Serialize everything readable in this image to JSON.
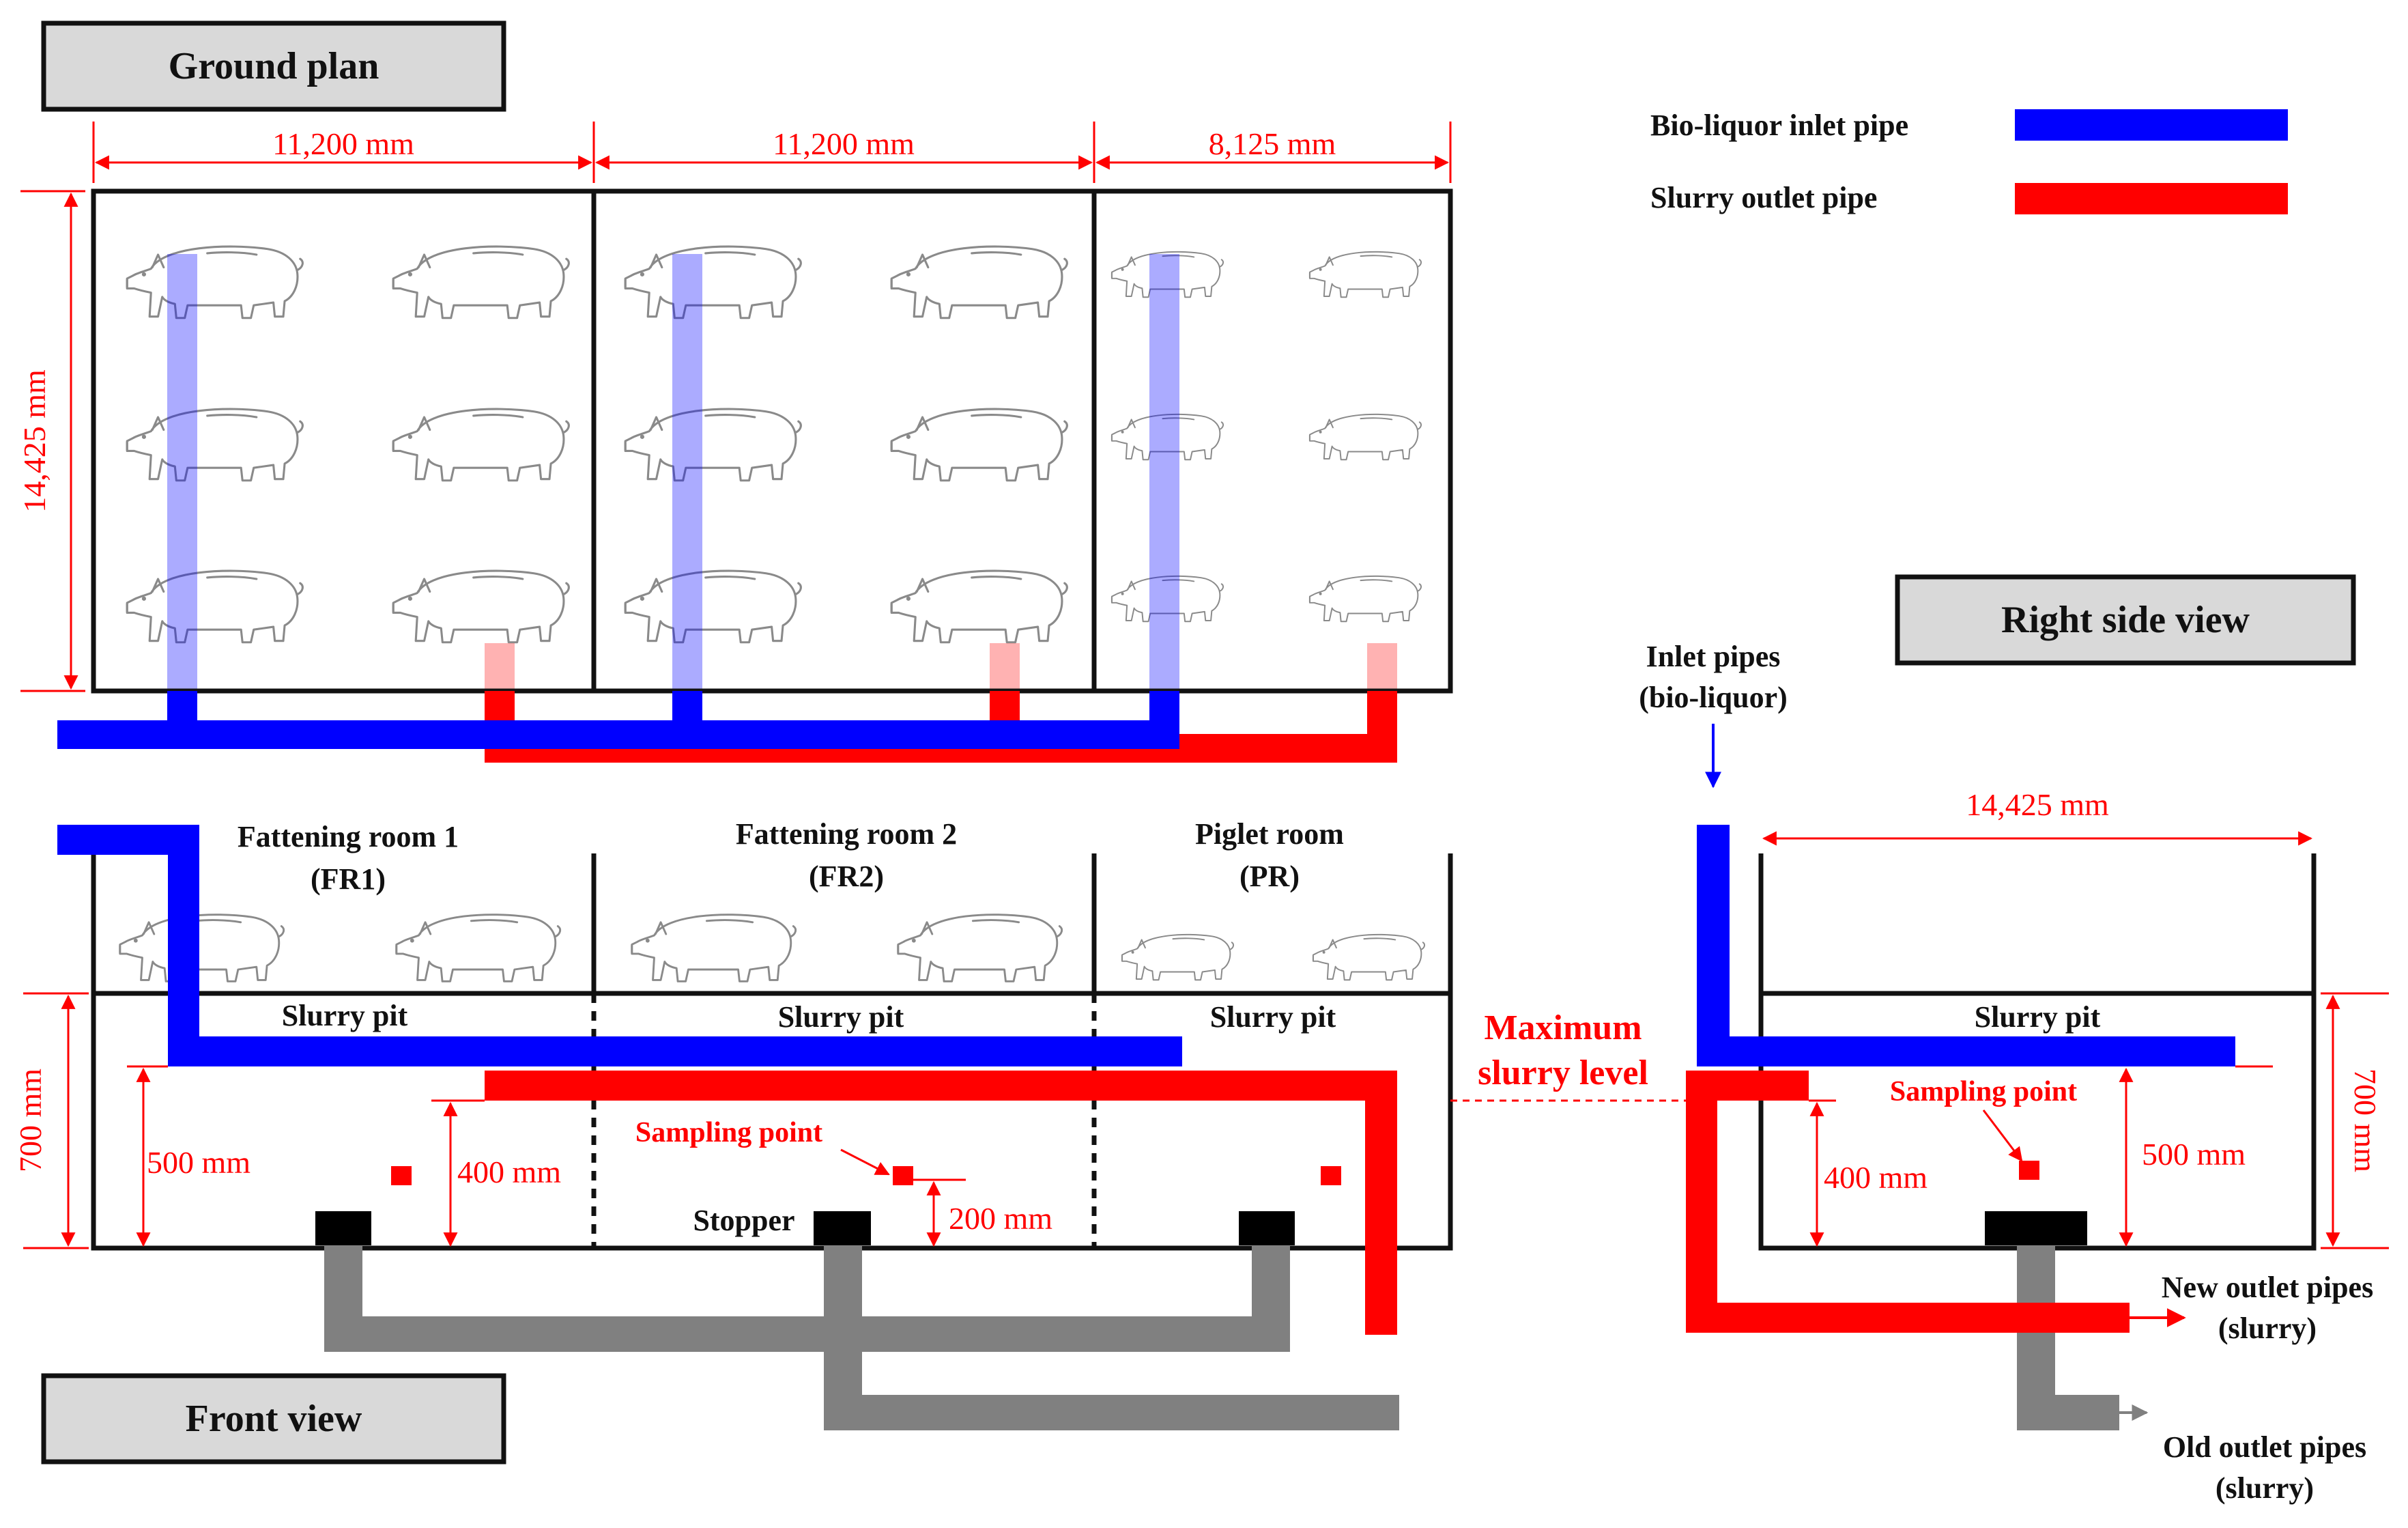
{
  "views": {
    "ground_plan": "Ground plan",
    "front_view": "Front view",
    "right_side_view": "Right side view"
  },
  "legend": {
    "inlet_label": "Bio-liquor inlet pipe",
    "inlet_color": "#0000ff",
    "outlet_label": "Slurry outlet pipe",
    "outlet_color": "#ff0000"
  },
  "dimensions": {
    "room1_width": "11,200 mm",
    "room2_width": "11,200 mm",
    "room3_width": "8,125 mm",
    "building_depth": "14,425 mm",
    "side_depth": "14,425 mm",
    "pit_depth": "700 mm",
    "pit_depth_side": "700 mm",
    "inlet_height": "500 mm",
    "inlet_height_side": "500 mm",
    "outlet_height": "400 mm",
    "outlet_height_side": "400 mm",
    "sampling_height": "200 mm"
  },
  "rooms": {
    "fr1_name": "Fattening room 1",
    "fr1_code": "(FR1)",
    "fr2_name": "Fattening room 2",
    "fr2_code": "(FR2)",
    "pr_name": "Piglet room",
    "pr_code": "(PR)"
  },
  "labels": {
    "slurry_pit": "Slurry pit",
    "sampling_point": "Sampling point",
    "stopper": "Stopper",
    "max_level_1": "Maximum",
    "max_level_2": "slurry level",
    "inlet_pipes_1": "Inlet pipes",
    "inlet_pipes_2": "(bio-liquor)",
    "new_outlet_1": "New outlet pipes",
    "new_outlet_2": "(slurry)",
    "old_outlet_1": "Old outlet pipes",
    "old_outlet_2": "(slurry)"
  },
  "colors": {
    "inlet_pipe": "#0000ff",
    "inlet_riser": "#aaaaff",
    "outlet_pipe": "#ff0000",
    "outlet_riser": "#ffb3b3",
    "old_pipe": "#808080",
    "title_box": "#d9d9d9"
  },
  "icons": {
    "pig": "pig-icon",
    "piglet": "piglet-icon"
  }
}
